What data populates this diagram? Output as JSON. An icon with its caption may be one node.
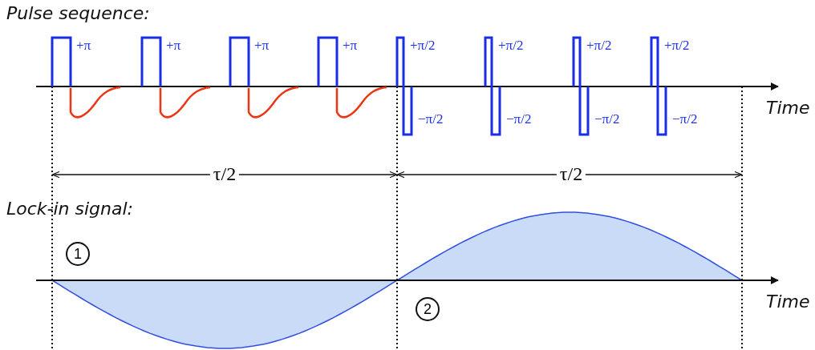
{
  "diagram": {
    "labels": [
      "Pulse sequence:",
      "+π",
      "+π",
      "+π",
      "+π",
      "+π/2",
      "+π/2",
      "+π/2",
      "+π/2",
      "Time",
      "−π/2",
      "−π/2",
      "−π/2",
      "−π/2",
      "τ/2",
      "τ/2",
      "Lock-in signal:",
      "1",
      "2",
      "Time"
    ]
  }
}
